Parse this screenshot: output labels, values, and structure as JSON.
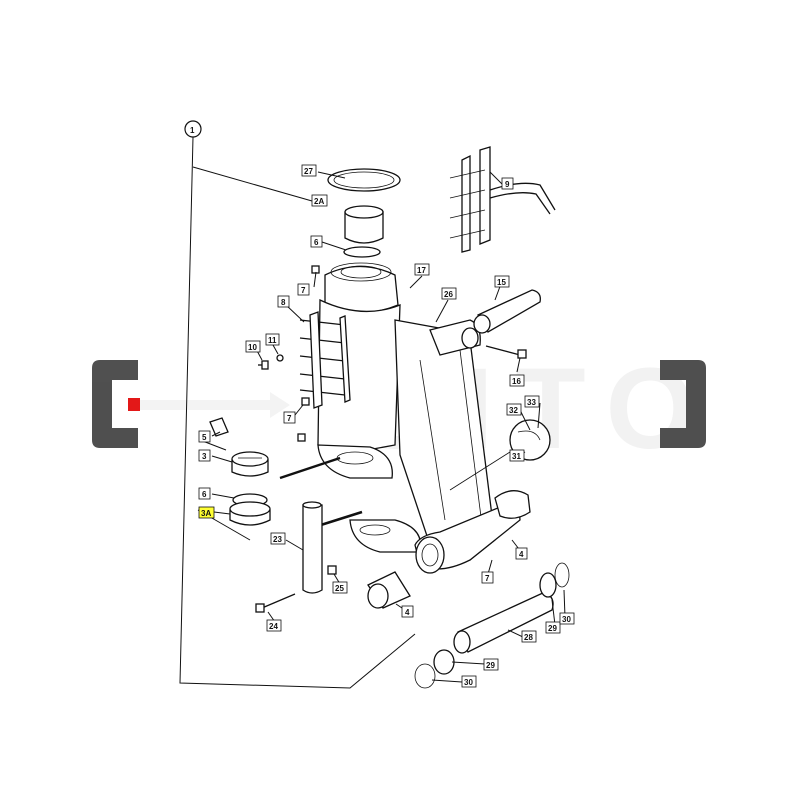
{
  "watermark": {
    "text": "GITO",
    "color": "#3d3d3d",
    "accent": "#e00000"
  },
  "diagram": {
    "group_label": "1",
    "highlight_color": "#ffff33",
    "callouts": {
      "p27": "27",
      "p2a": "2A",
      "p6top": "6",
      "p7a": "7",
      "p8": "8",
      "p11": "11",
      "p10": "10",
      "p17": "17",
      "p26": "26",
      "p15": "15",
      "p16": "16",
      "p9": "9",
      "p7b": "7",
      "p32": "32",
      "p33": "33",
      "p31": "31",
      "p5": "5",
      "p3": "3",
      "p6low": "6",
      "p3a": "3A",
      "p23": "23",
      "p25": "25",
      "p24": "24",
      "p7c": "7",
      "p4a": "4",
      "p4b": "4",
      "p29a": "29",
      "p30a": "30",
      "p28": "28",
      "p29b": "29",
      "p30b": "30"
    }
  }
}
